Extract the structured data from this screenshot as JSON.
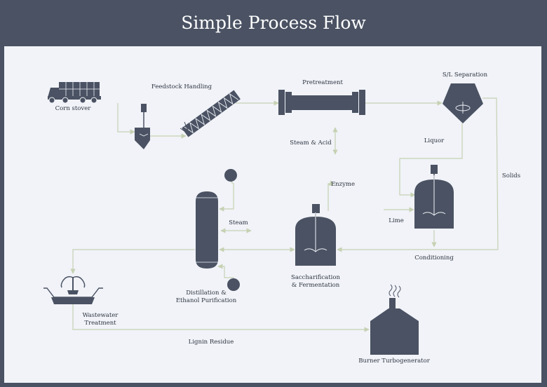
{
  "title": "Simple Process Flow",
  "labels": {
    "corn_stover": "Corn stover",
    "feedstock_handling": "Feedstock Handling",
    "pretreatment": "Pretreatment",
    "sl_separation": "S/L Separation",
    "steam_acid": "Steam & Acid",
    "liquor": "Liquor",
    "solids": "Solids",
    "enzyme": "Enzyme",
    "lime": "Lime",
    "steam": "Steam",
    "conditioning": "Conditioning",
    "sacch_line1": "Saccharification",
    "sacch_line2": "& Fermentation",
    "distill_line1": "Distillation &",
    "distill_line2": "Ethanol Purification",
    "wastewater_line1": "Wastewater",
    "wastewater_line2": "Treatment",
    "lignin_residue": "Lignin Residue",
    "burner": "Burner Turbogenerator"
  },
  "colors": {
    "header_bg": "#4a5263",
    "canvas_bg": "#f1f3f8",
    "equipment": "#4a5263",
    "flow_line": "#c6d1b3"
  }
}
